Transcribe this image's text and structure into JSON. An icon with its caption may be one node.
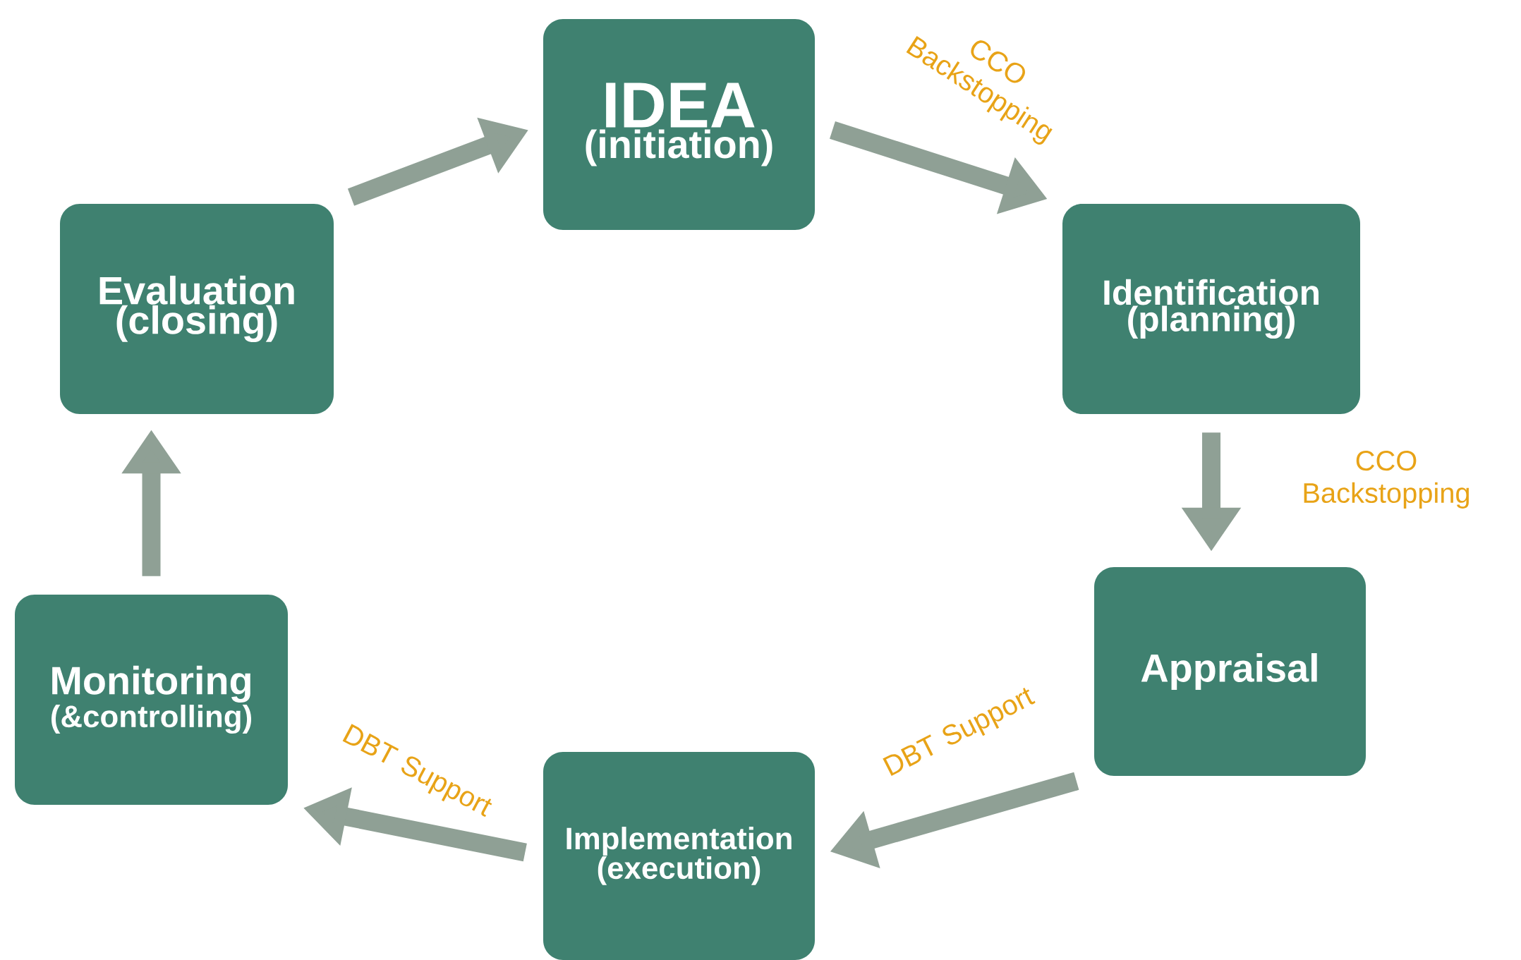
{
  "diagram": {
    "nodes": [
      {
        "text": [
          "IDEA",
          "(initiation)"
        ]
      },
      {
        "text": [
          "Identification (planning)"
        ]
      },
      {
        "text": [
          "Appraisal"
        ]
      },
      {
        "text": [
          "Implementation (execution)"
        ]
      },
      {
        "text": [
          "Monitoring",
          "(&controlling)"
        ]
      },
      {
        "text": [
          "Evaluation (closing)"
        ]
      }
    ],
    "edges": [
      {
        "from": 0,
        "to": 1,
        "arrow": "to",
        "label": "CCO Backstopping"
      },
      {
        "from": 1,
        "to": 2,
        "arrow": "to",
        "label": "CCO Backstopping"
      },
      {
        "from": 2,
        "to": 3,
        "arrow": "to",
        "label": "DBT Support"
      },
      {
        "from": 3,
        "to": 4,
        "arrow": "to",
        "label": "DBT Support"
      },
      {
        "from": 4,
        "to": 5,
        "arrow": "to"
      },
      {
        "from": 5,
        "to": 0,
        "arrow": "to"
      }
    ]
  }
}
